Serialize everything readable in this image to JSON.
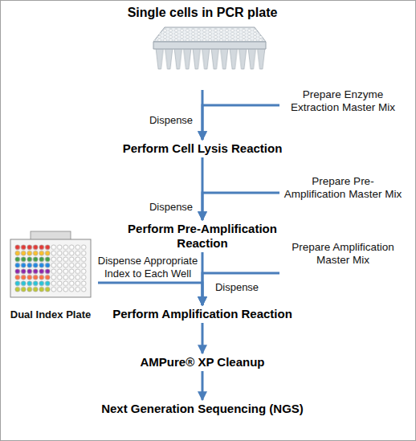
{
  "diagram": {
    "nodes": [
      {
        "text": [
          "Single cells in PCR plate"
        ]
      },
      {
        "text": [
          "Prepare Enzyme Extraction Master Mix"
        ]
      },
      {
        "text": [
          "Perform Cell Lysis Reaction"
        ]
      },
      {
        "text": [
          "Prepare Pre-Amplification Master Mix"
        ]
      },
      {
        "text": [
          "Perform Pre-Amplification Reaction"
        ]
      },
      {
        "text": [
          "Dual Index Plate"
        ]
      },
      {
        "text": [
          "Prepare Amplification Master Mix"
        ]
      },
      {
        "text": [
          "Perform Amplification Reaction"
        ]
      },
      {
        "text": [
          "AMPure® XP Cleanup"
        ]
      },
      {
        "text": [
          "Next Generation Sequencing (NGS)"
        ]
      }
    ],
    "edges": [
      {
        "from": 0,
        "to": 2,
        "arrow": "to"
      },
      {
        "from": 1,
        "to": 2,
        "label": "Dispense",
        "arrow": "to"
      },
      {
        "from": 2,
        "to": 4,
        "arrow": "to"
      },
      {
        "from": 3,
        "to": 4,
        "label": "Dispense",
        "arrow": "to"
      },
      {
        "from": 4,
        "to": 7,
        "arrow": "to"
      },
      {
        "from": 5,
        "to": 7,
        "label": "Dispense Appropriate Index to Each Well",
        "arrow": "to"
      },
      {
        "from": 6,
        "to": 7,
        "label": "Dispense",
        "arrow": "to"
      },
      {
        "from": 7,
        "to": 8,
        "arrow": "to"
      },
      {
        "from": 8,
        "to": 9,
        "arrow": "to"
      }
    ]
  }
}
